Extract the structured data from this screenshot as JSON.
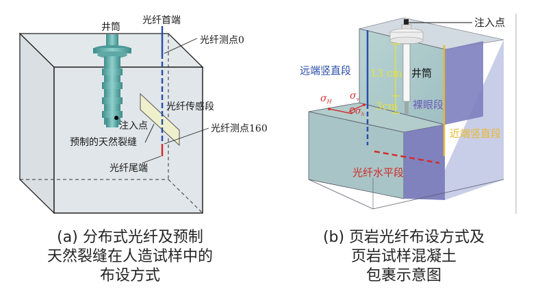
{
  "panel_a": {
    "labels": {
      "wellbore": "井筒",
      "fiber_head": "光纤首端",
      "fiber_point_0": "光纤测点0",
      "fiber_sensing_section": "光纤传感段",
      "injection_point": "注入点",
      "preset_natural_fracture": "预制的天然裂缝",
      "fiber_point_160": "光纤测点160",
      "fiber_tail": "光纤尾端"
    },
    "caption": [
      "(a) 分布式光纤及预制",
      "天然裂缝在人造试样中的",
      "布设方式"
    ]
  },
  "panel_b": {
    "labels": {
      "injection_point": "注入点",
      "far_vertical_section": "远端竖直段",
      "wellbore": "井筒",
      "length_13": "13 cm",
      "length_3": "3cm",
      "open_hole_section": "裸眼段",
      "near_vertical_section": "近端竖直段",
      "fiber_horizontal_section": "光纤水平段",
      "sigma_H": "σH",
      "sigma_v": "σv",
      "sigma_h": "σh"
    },
    "caption": [
      "(b) 页岩光纤布设方式及",
      "页岩试样混凝土",
      "包裹示意图"
    ]
  },
  "colors": {
    "fiber_blue": "#2a4fa8",
    "fiber_red": "#d42a2a",
    "near_yellow": "#e8b830",
    "dim_yellow": "#e6e23a",
    "open_hole_purple": "#6a5cb8",
    "stress_red": "#d03030",
    "wellbore_teal": "#5fa8a6",
    "fracture_fill": "#eef0cc",
    "block_fill": "#dde3e8"
  }
}
